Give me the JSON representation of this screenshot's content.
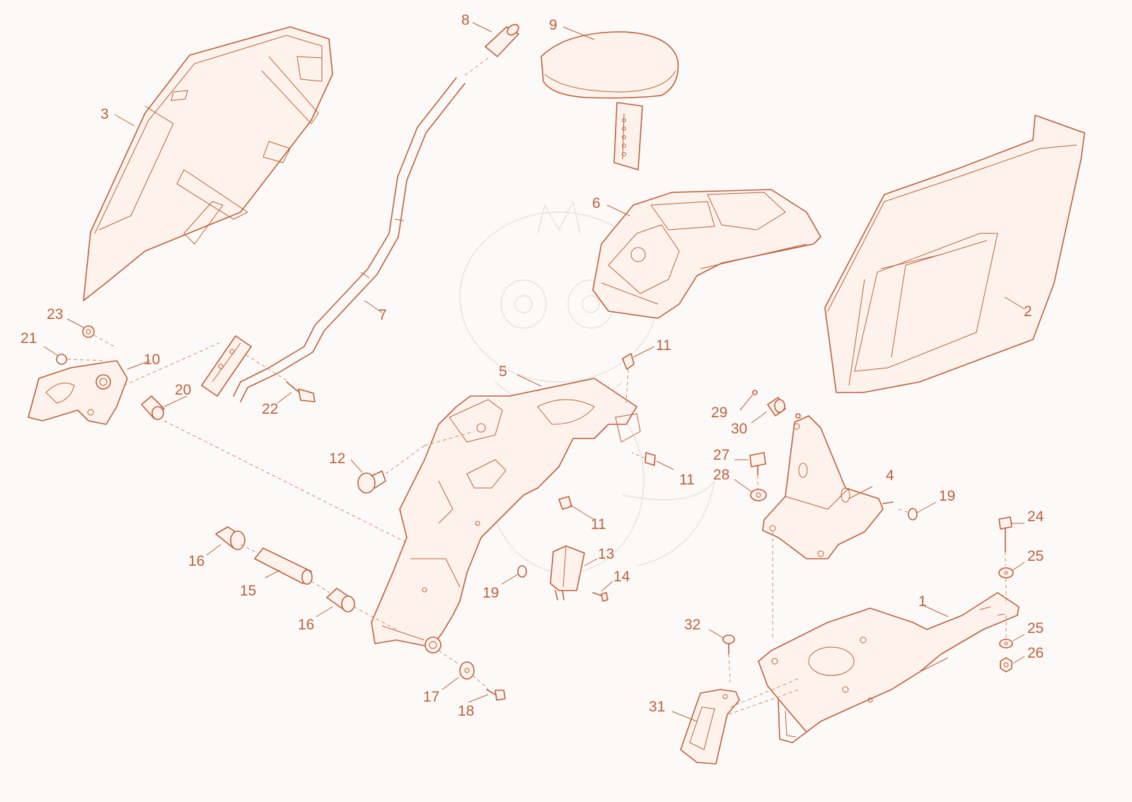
{
  "colors": {
    "line": "#c0603a",
    "background": "#fbfaf8",
    "dashed": "#d98a68",
    "watermark": "#e2dedb"
  },
  "callouts": {
    "c1": "1",
    "c2": "2",
    "c3": "3",
    "c4": "4",
    "c5": "5",
    "c6": "6",
    "c7": "7",
    "c8": "8",
    "c9": "9",
    "c10": "10",
    "c11a": "11",
    "c11b": "11",
    "c11c": "11",
    "c12": "12",
    "c13": "13",
    "c14": "14",
    "c15": "15",
    "c16a": "16",
    "c16b": "16",
    "c17": "17",
    "c18": "18",
    "c19a": "19",
    "c19b": "19",
    "c20": "20",
    "c21": "21",
    "c22": "22",
    "c23": "23",
    "c24": "24",
    "c25a": "25",
    "c25b": "25",
    "c26": "26",
    "c27": "27",
    "c28": "28",
    "c29": "29",
    "c30": "30",
    "c31": "31",
    "c32": "32"
  }
}
